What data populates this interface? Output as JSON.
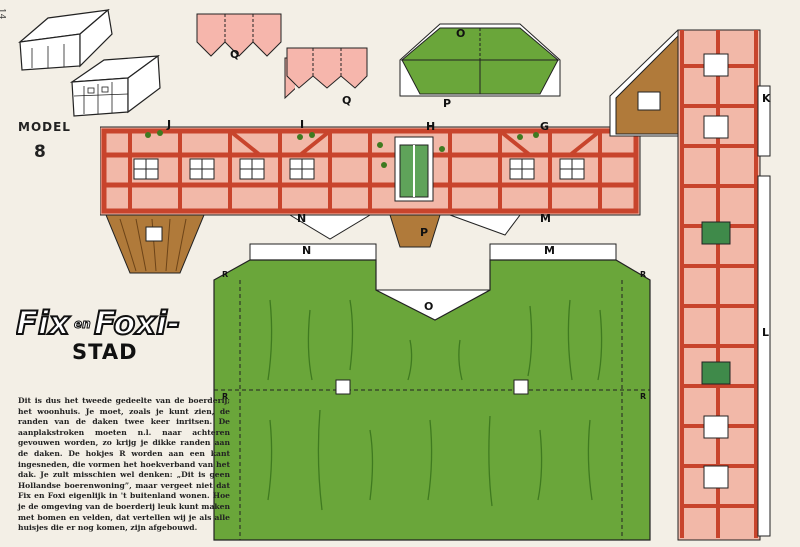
{
  "page": {
    "page_number": "14",
    "model_label": "MODEL",
    "model_number": "8",
    "logo_text": "Fix en Foxi-",
    "logo_connector": "en",
    "subtitle": "STAD",
    "description": "Dit is dus het tweede gedeelte van de boerderij; het woonhuis. Je moet, zoals je kunt zien, de randen van de daken twee keer inritsen. De aanplakstroken moeten n.l. naar achteren gevouwen worden, zo krijg je dikke randen aan de daken. De hokjes R worden aan een kant ingesneden, die vormen het hoekverband van het dak. Je zult misschien wel denken: „Dit is geen Hollandse boerenwoning”, maar vergeet niet dat Fix en Foxi eigenlijk in 't buitenland wonen. Hoe je de omgeving van de boerderij leuk kunt maken met bomen en velden, dat vertellen wij je als alle huisjes die er nog komen, zijn afgebouwd."
  },
  "part_labels": {
    "q_top": "Q",
    "q_bottom": "Q",
    "o_top": "O",
    "p": "P",
    "j": "J",
    "i": "I",
    "h": "H",
    "g": "G",
    "n_wall": "N",
    "m_wall": "M",
    "p_bottom": "P",
    "k": "K",
    "l": "L",
    "n_roof": "N",
    "m_roof": "M",
    "o_roof": "O",
    "r1": "R",
    "r2": "R",
    "r3": "R",
    "r4": "R"
  },
  "colors": {
    "paper": "#f3efe6",
    "timber": "#c8442c",
    "plaster": "#f2b8a8",
    "grass": "#6aa63a",
    "grass_dark": "#3f7a20",
    "thatch": "#b07a3a",
    "window_frame": "#ffffff",
    "door_green": "#3f8a4a"
  }
}
